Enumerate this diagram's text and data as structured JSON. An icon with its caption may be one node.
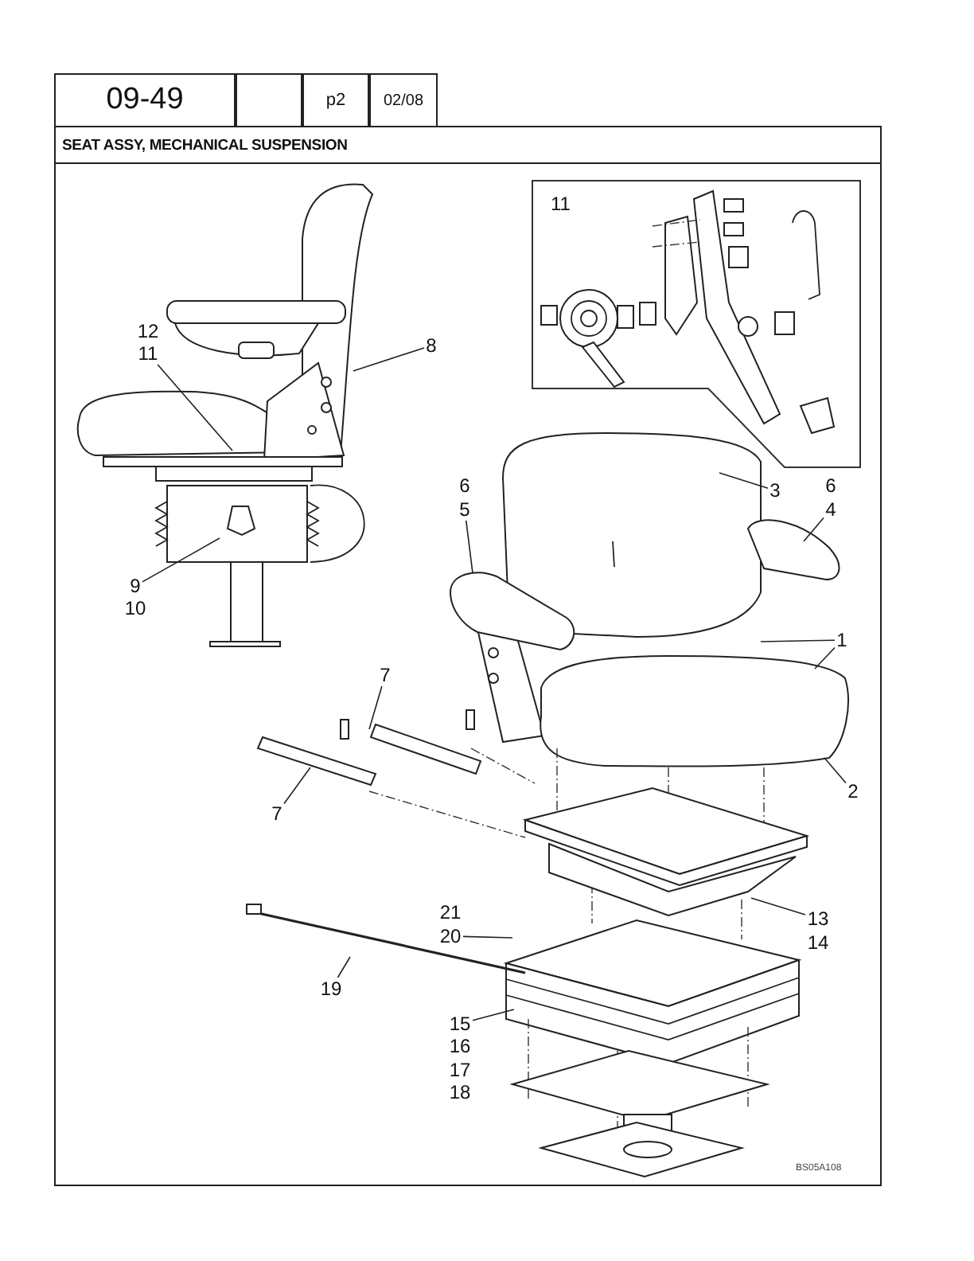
{
  "diagram": {
    "title": "SEAT ASSY, MECHANICAL SUSPENSION",
    "nodes": [
      {
        "text": [
          "11"
        ]
      },
      {
        "text": [
          "8"
        ]
      },
      {
        "text": [
          "11"
        ]
      },
      {
        "text": [
          "3"
        ]
      },
      {
        "text": [
          "5"
        ]
      },
      {
        "text": [
          "4"
        ]
      },
      {
        "text": [
          "9"
        ]
      },
      {
        "text": [
          "1"
        ]
      },
      {
        "text": [
          "7"
        ]
      },
      {
        "text": [
          "2"
        ]
      },
      {
        "text": [
          "7"
        ]
      },
      {
        "text": [
          "13"
        ]
      },
      {
        "text": [
          "20"
        ]
      },
      {
        "text": [
          "19"
        ]
      },
      {
        "text": [
          "15"
        ]
      }
    ],
    "edges": [
      {
        "from": 1,
        "to": null,
        "arrow": "none"
      },
      {
        "from": 2,
        "to": null,
        "arrow": "none"
      },
      {
        "from": 3,
        "to": null,
        "arrow": "none"
      },
      {
        "from": 4,
        "to": null,
        "arrow": "none"
      },
      {
        "from": 5,
        "to": null,
        "arrow": "none"
      },
      {
        "from": 6,
        "to": null,
        "arrow": "none"
      },
      {
        "from": 7,
        "to": null,
        "arrow": "none"
      },
      {
        "from": 7,
        "to": null,
        "arrow": "none"
      },
      {
        "from": 8,
        "to": null,
        "arrow": "none"
      },
      {
        "from": 9,
        "to": null,
        "arrow": "none"
      },
      {
        "from": 10,
        "to": null,
        "arrow": "none"
      },
      {
        "from": 11,
        "to": null,
        "arrow": "none"
      },
      {
        "from": 12,
        "to": null,
        "arrow": "none"
      },
      {
        "from": 13,
        "to": null,
        "arrow": "none"
      },
      {
        "from": 14,
        "to": null,
        "arrow": "none"
      }
    ],
    "labels": [
      "09-49",
      "p2",
      "02/08",
      "12",
      "6",
      "6",
      "10",
      "21",
      "14",
      "16",
      "17",
      "18",
      "BS05A108"
    ]
  }
}
